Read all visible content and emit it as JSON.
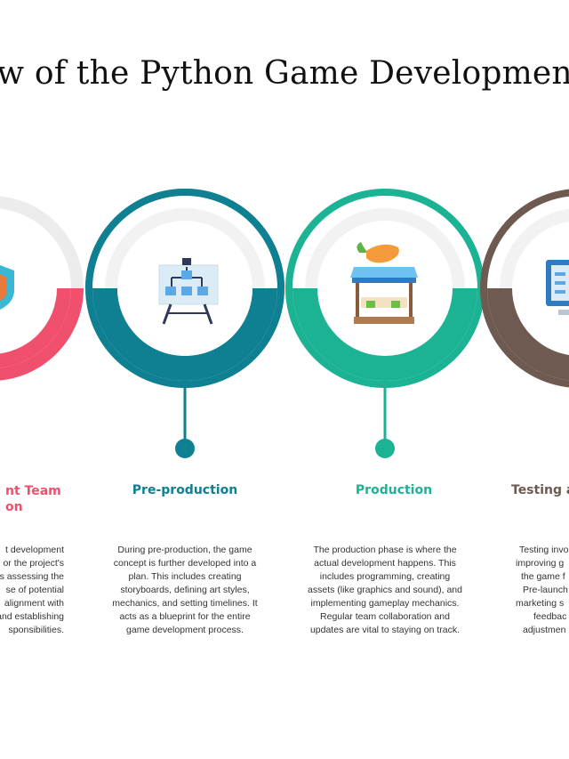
{
  "title": "w of the Python Game Developmen",
  "stages": [
    {
      "label_line1": "nt Team",
      "label_line2": "on",
      "color": "#f0506e",
      "icon": "shield-icon",
      "description": [
        "t development",
        "or the project's",
        "es assessing the",
        "se of potential",
        "alignment with",
        "and establishing",
        "sponsibilities."
      ]
    },
    {
      "label_line1": "Pre-production",
      "color": "#0f7f92",
      "icon": "flowchart-board-icon",
      "description": [
        "During pre-production, the game",
        "concept is further developed into a",
        "plan. This includes creating",
        "storyboards, defining art styles,",
        "mechanics, and setting timelines. It",
        "acts as a blueprint for the entire",
        "game development process."
      ]
    },
    {
      "label_line1": "Production",
      "color": "#1bb394",
      "icon": "market-stall-icon",
      "description": [
        "The production phase is where the",
        "actual development happens. This",
        "includes programming, creating",
        "assets (like graphics and sound), and",
        "implementing gameplay mechanics.",
        "Regular team collaboration and",
        "updates are vital to staying on track."
      ]
    },
    {
      "label_line1": "Testing a",
      "color": "#6e5a50",
      "icon": "monitor-icon",
      "description": [
        "Testing invo",
        "improving g",
        "the game f",
        "Pre-launch",
        "marketing s",
        "feedbac",
        "adjustmen"
      ]
    }
  ]
}
